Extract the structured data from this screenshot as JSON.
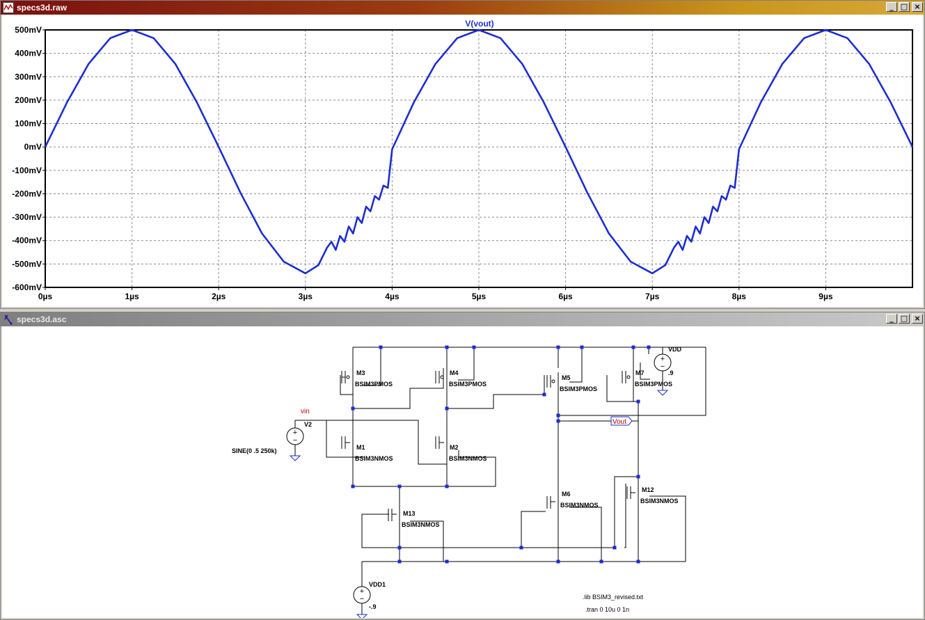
{
  "plot_window": {
    "title": "specs3d.raw",
    "buttons": {
      "minimize": "_",
      "maximize": "□",
      "close": "×"
    }
  },
  "schematic_window": {
    "title": "specs3d.asc",
    "buttons": {
      "minimize": "_",
      "maximize": "□",
      "close": "×"
    }
  },
  "chart_data": {
    "type": "line",
    "title": "",
    "xlabel": "",
    "ylabel": "",
    "xlim": [
      0,
      10
    ],
    "ylim": [
      -600,
      500
    ],
    "x_unit": "µs",
    "y_unit": "mV",
    "grid": true,
    "series": [
      {
        "name": "V(vout)",
        "color": "#1c2ed0",
        "x": [
          0,
          0.25,
          0.5,
          0.75,
          1.0,
          1.25,
          1.5,
          1.75,
          2.0,
          2.25,
          2.5,
          2.75,
          3.0,
          3.15,
          3.25,
          3.3,
          3.35,
          3.4,
          3.45,
          3.5,
          3.55,
          3.6,
          3.65,
          3.7,
          3.75,
          3.8,
          3.85,
          3.9,
          3.95,
          4.0,
          4.25,
          4.5,
          4.75,
          5.0,
          5.25,
          5.5,
          5.75,
          6.0,
          6.25,
          6.5,
          6.75,
          7.0,
          7.15,
          7.25,
          7.3,
          7.35,
          7.4,
          7.45,
          7.5,
          7.55,
          7.6,
          7.65,
          7.7,
          7.75,
          7.8,
          7.85,
          7.9,
          7.95,
          8.0,
          8.25,
          8.5,
          8.75,
          9.0,
          9.25,
          9.5,
          9.75,
          10.0
        ],
        "y": [
          0,
          190,
          355,
          465,
          500,
          465,
          355,
          190,
          0,
          -195,
          -370,
          -490,
          -540,
          -505,
          -430,
          -405,
          -440,
          -380,
          -405,
          -340,
          -370,
          -300,
          -325,
          -255,
          -275,
          -210,
          -225,
          -165,
          -175,
          -10,
          190,
          355,
          465,
          500,
          465,
          355,
          190,
          0,
          -195,
          -370,
          -490,
          -540,
          -505,
          -430,
          -405,
          -440,
          -380,
          -405,
          -340,
          -370,
          -300,
          -325,
          -255,
          -275,
          -210,
          -225,
          -165,
          -175,
          -10,
          190,
          355,
          465,
          500,
          465,
          355,
          190,
          0
        ]
      }
    ],
    "y_ticks": [
      "500mV",
      "400mV",
      "300mV",
      "200mV",
      "100mV",
      "0mV",
      "-100mV",
      "-200mV",
      "-300mV",
      "-400mV",
      "-500mV",
      "-600mV"
    ],
    "y_tick_values": [
      500,
      400,
      300,
      200,
      100,
      0,
      -100,
      -200,
      -300,
      -400,
      -500,
      -600
    ],
    "x_ticks": [
      "0µs",
      "1µs",
      "2µs",
      "3µs",
      "4µs",
      "5µs",
      "6µs",
      "7µs",
      "8µs",
      "9µs"
    ],
    "x_tick_values": [
      0,
      1,
      2,
      3,
      4,
      5,
      6,
      7,
      8,
      9
    ]
  },
  "schematic": {
    "wire_color": "#000000",
    "node_color": "#1c2ed0",
    "components": {
      "M3": {
        "name": "M3",
        "model": "BSIM3PMOS"
      },
      "M4": {
        "name": "M4",
        "model": "BSIM3PMOS"
      },
      "M5": {
        "name": "M5",
        "model": "BSIM3PMOS"
      },
      "M7": {
        "name": "M7",
        "model": "BSIM3PMOS"
      },
      "M1": {
        "name": "M1",
        "model": "BSIM3NMOS"
      },
      "M2": {
        "name": "M2",
        "model": "BSIM3NMOS"
      },
      "M13": {
        "name": "M13",
        "model": "BSIM3NMOS"
      },
      "M6": {
        "name": "M6",
        "model": "BSIM3NMOS"
      },
      "M12": {
        "name": "M12",
        "model": "BSIM3NMOS"
      },
      "V2": {
        "name": "V2",
        "value": "SINE(0 .5 250k)"
      },
      "VDD": {
        "name": "VDD",
        "value": ".9"
      },
      "VDD1": {
        "name": "VDD1",
        "value": "-.9"
      }
    },
    "net_labels": {
      "vin": "vin",
      "vout": "Vout"
    },
    "directives": [
      ".lib BSIM3_revised.txt",
      ".tran 0 10u 0 1n"
    ]
  }
}
